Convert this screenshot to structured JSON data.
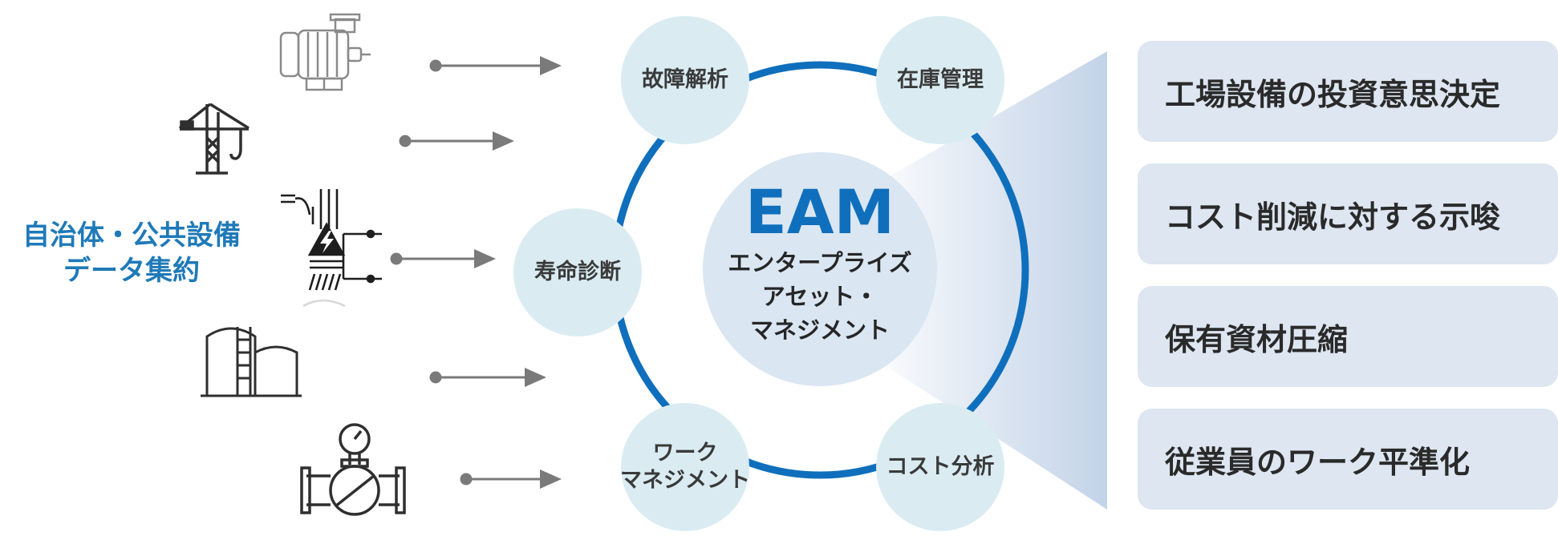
{
  "left": {
    "title_line1": "自治体・公共設備",
    "title_line2": "データ集約",
    "icons": [
      "motor-icon",
      "crane-icon",
      "power-substation-icon",
      "storage-tank-icon",
      "pipe-valve-gauge-icon"
    ]
  },
  "cycle": {
    "nodes": [
      {
        "id": "failure-analysis",
        "lines": [
          "故障解析"
        ]
      },
      {
        "id": "inventory-management",
        "lines": [
          "在庫管理"
        ]
      },
      {
        "id": "lifespan-diagnosis",
        "lines": [
          "寿命診断"
        ]
      },
      {
        "id": "work-management",
        "lines": [
          "ワーク",
          "マネジメント"
        ]
      },
      {
        "id": "cost-analysis",
        "lines": [
          "コスト分析"
        ]
      }
    ]
  },
  "center": {
    "title": "EAM",
    "line1": "エンタープライズ",
    "line2": "アセット・",
    "line3": "マネジメント"
  },
  "outcomes": [
    "工場設備の投資意思決定",
    "コスト削減に対する示唆",
    "保有資材圧縮",
    "従業員のワーク平準化"
  ],
  "colors": {
    "accent_blue": "#0f6fbc",
    "title_blue": "#1f7ab8",
    "node_fill": "#daecf2",
    "center_fill": "#dae6f2",
    "outcome_fill": "#dde6f1",
    "arrow_gray": "#7a7a7a",
    "icon_gray": "#3c3c3c"
  }
}
